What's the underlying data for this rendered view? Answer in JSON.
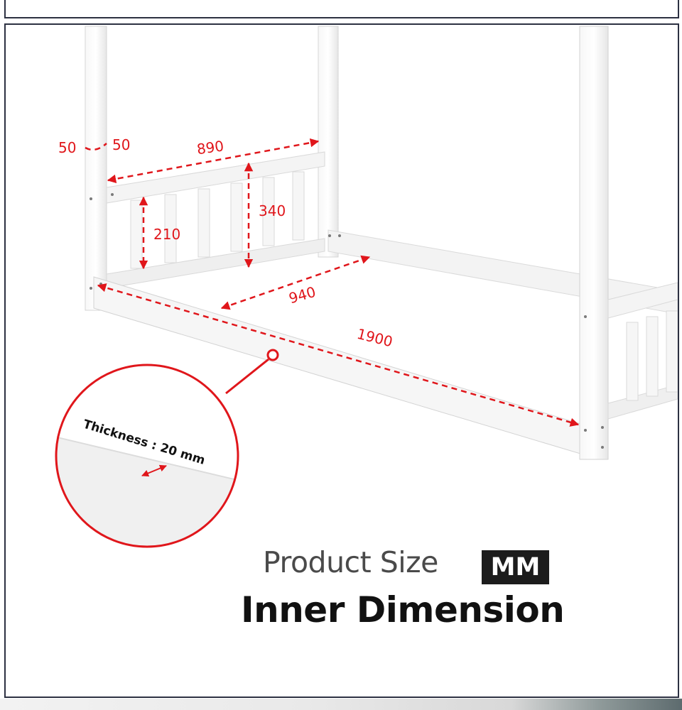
{
  "dimensions": {
    "post_a": "50",
    "post_b": "50",
    "length_top": "890",
    "rail_height": "340",
    "slat_height": "210",
    "width": "940",
    "length": "1900"
  },
  "thickness_label": "Thickness : 20 mm",
  "product_size_label": "Product Size",
  "unit_badge": "MM",
  "heading": "Inner Dimension",
  "colors": {
    "accent": "#e0161b",
    "frame": "#2d3142",
    "badge_bg": "#1c1c1c"
  }
}
